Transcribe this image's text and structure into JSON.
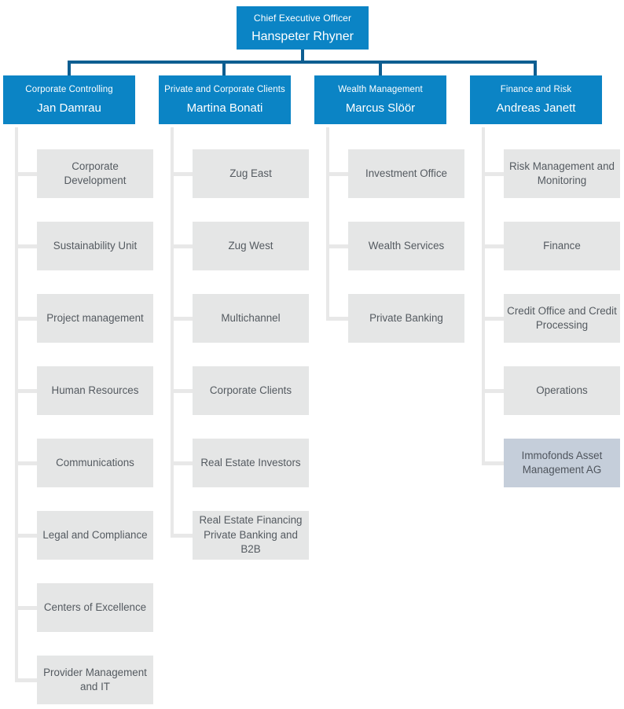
{
  "ceo": {
    "role": "Chief Executive Officer",
    "name": "Hanspeter Rhyner"
  },
  "departments": [
    {
      "role": "Corporate Controlling",
      "name": "Jan Damrau",
      "units": [
        "Corporate Development",
        "Sustainability Unit",
        "Project management",
        "Human Resources",
        "Communications",
        "Legal and Compliance",
        "Centers of Excellence",
        "Provider Management and IT"
      ]
    },
    {
      "role": "Private and Corporate Clients",
      "name": "Martina Bonati",
      "units": [
        "Zug East",
        "Zug West",
        "Multichannel",
        "Corporate Clients",
        "Real Estate Investors",
        "Real Estate Financing Private Banking and B2B"
      ]
    },
    {
      "role": "Wealth Management",
      "name": "Marcus Slöör",
      "units": [
        "Investment Office",
        "Wealth Services",
        "Private Banking"
      ]
    },
    {
      "role": "Finance and Risk",
      "name": "Andreas Janett",
      "units": [
        "Risk Management and Monitoring",
        "Finance",
        "Credit Office and Credit Processing",
        "Operations",
        "Immofonds Asset Management AG"
      ]
    }
  ],
  "colors": {
    "node_blue": "#0b84c5",
    "connector_blue": "#0e5e91",
    "unit_gray": "#e5e6e6",
    "connector_gray": "#e8e8e8",
    "highlight_unit": "#c5ceda",
    "unit_text": "#545a60",
    "node_text": "#ffffff"
  }
}
